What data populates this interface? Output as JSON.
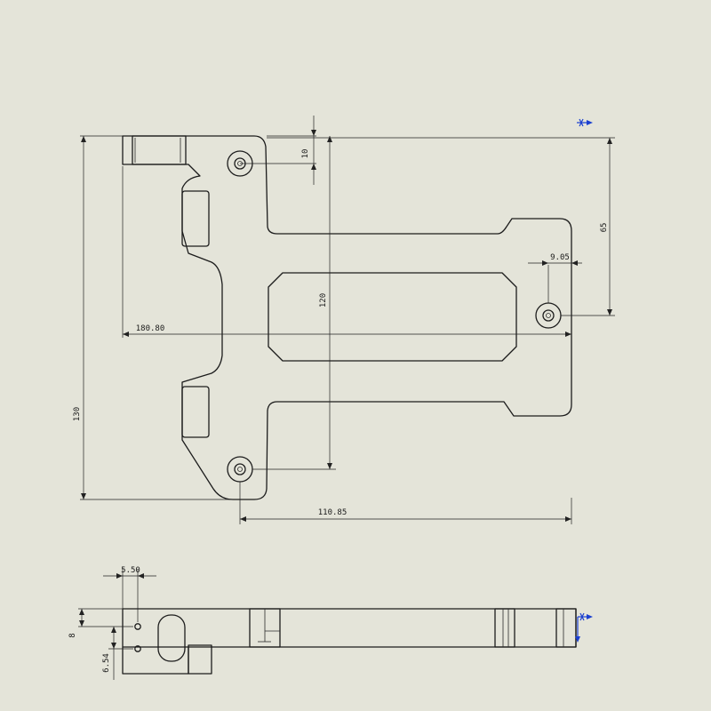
{
  "dimensions": {
    "top_hole_offset": "10",
    "right_hole_height": "65",
    "right_hole_offset": "9.05",
    "inner_height": "120",
    "overall_width": "180.80",
    "overall_height": "130",
    "hole_spacing": "110.85",
    "side_hole_spacing": "5.50",
    "side_offset_a": "8",
    "side_offset_b": "6.54"
  },
  "icons": {
    "top_view_marker": "coordinate-axis-icon",
    "side_view_marker": "coordinate-axis-icon"
  },
  "colors": {
    "background": "#e4e4d9",
    "line": "#1c1c1c",
    "axis_marker": "#1a3fd0"
  }
}
